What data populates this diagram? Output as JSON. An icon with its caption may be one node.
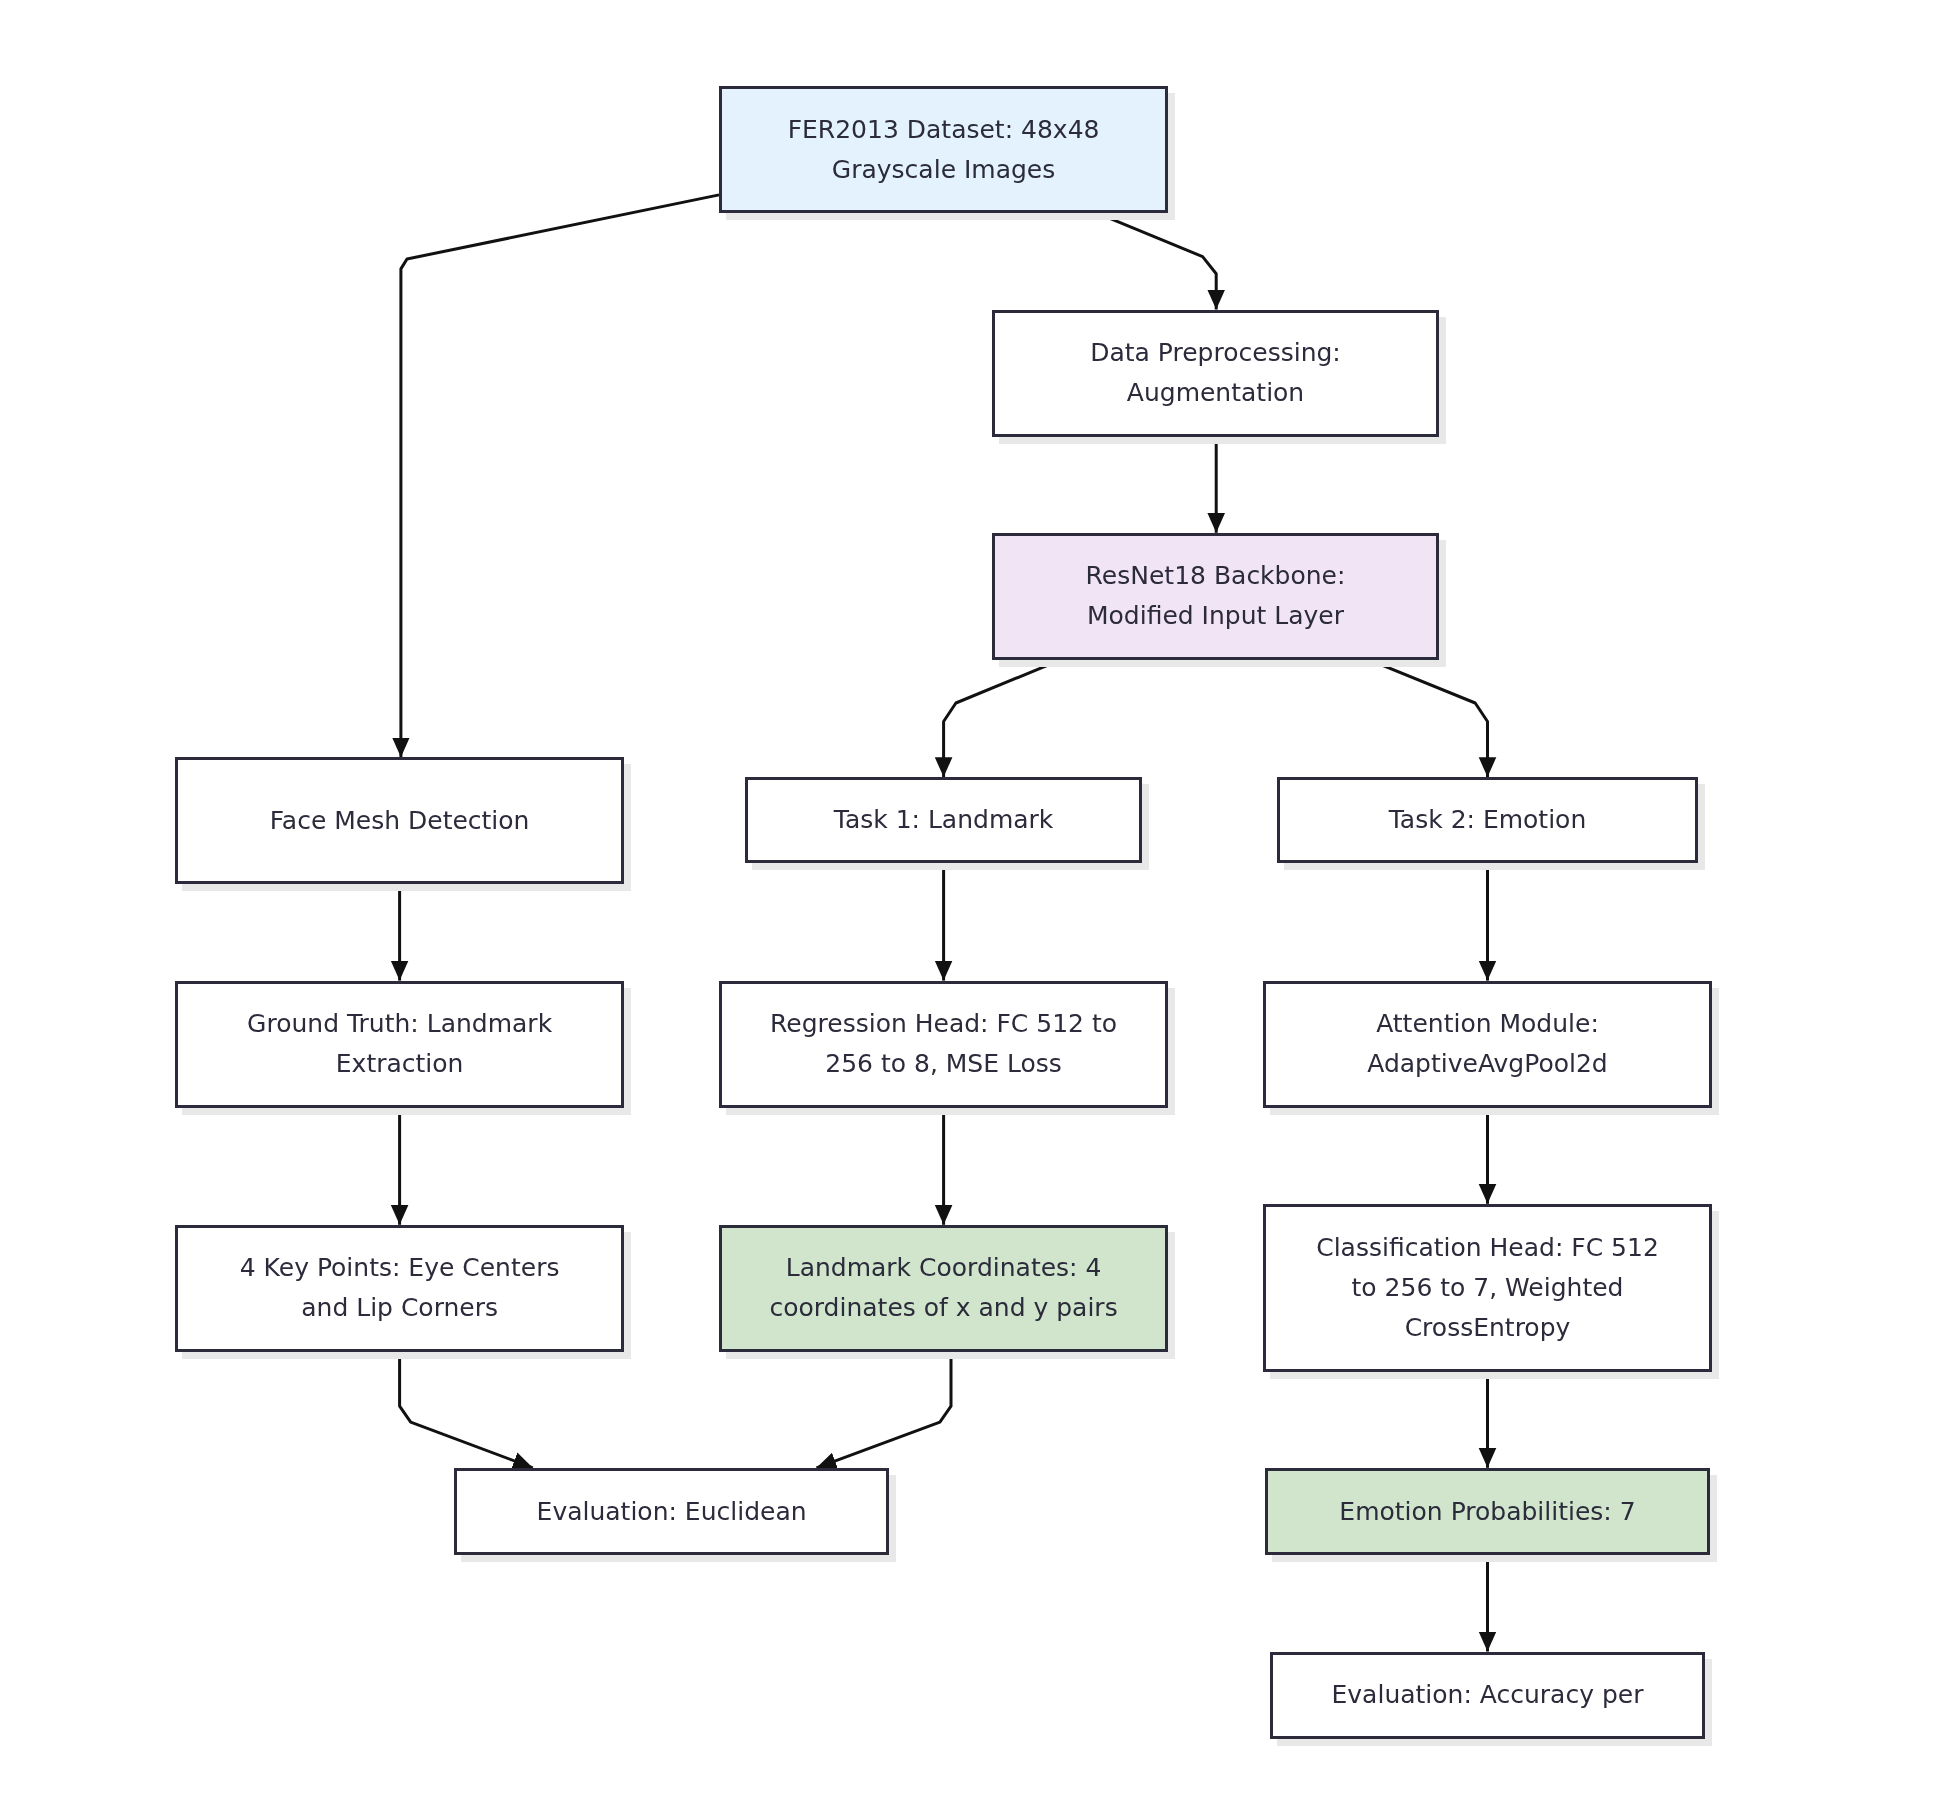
{
  "diagram": {
    "nodes": [
      {
        "text": [
          "FER2013 Dataset: 48x48 Grayscale Images"
        ]
      },
      {
        "text": [
          "Data Preprocessing: Augmentation"
        ]
      },
      {
        "text": [
          "ResNet18 Backbone: Modified Input Layer"
        ]
      },
      {
        "text": [
          "Face Mesh Detection"
        ]
      },
      {
        "text": [
          "Task 1: Landmark"
        ]
      },
      {
        "text": [
          "Task 2: Emotion"
        ]
      },
      {
        "text": [
          "Ground Truth: Landmark Extraction"
        ]
      },
      {
        "text": [
          "Regression Head: FC 512 to 256 to 8, MSE Loss"
        ]
      },
      {
        "text": [
          "Attention Module: AdaptiveAvgPool2d"
        ]
      },
      {
        "text": [
          "4 Key Points: Eye Centers and Lip Corners"
        ]
      },
      {
        "text": [
          "Landmark Coordinates: 4 coordinates of x and y pairs"
        ]
      },
      {
        "text": [
          "Classification Head: FC 512 to 256 to 7, Weighted CrossEntropy"
        ]
      },
      {
        "text": [
          "Evaluation: Euclidean"
        ]
      },
      {
        "text": [
          "Emotion Probabilities: 7"
        ]
      },
      {
        "text": [
          "Evaluation: Accuracy per"
        ]
      }
    ],
    "edges": [
      {
        "from": 0,
        "to": 3,
        "arrow": "to"
      },
      {
        "from": 0,
        "to": 1,
        "arrow": "to"
      },
      {
        "from": 1,
        "to": 2,
        "arrow": "to"
      },
      {
        "from": 2,
        "to": 4,
        "arrow": "to"
      },
      {
        "from": 2,
        "to": 5,
        "arrow": "to"
      },
      {
        "from": 3,
        "to": 6,
        "arrow": "to"
      },
      {
        "from": 4,
        "to": 7,
        "arrow": "to"
      },
      {
        "from": 5,
        "to": 8,
        "arrow": "to"
      },
      {
        "from": 6,
        "to": 9,
        "arrow": "to"
      },
      {
        "from": 7,
        "to": 10,
        "arrow": "to"
      },
      {
        "from": 8,
        "to": 11,
        "arrow": "to"
      },
      {
        "from": 9,
        "to": 12,
        "arrow": "to"
      },
      {
        "from": 10,
        "to": 12,
        "arrow": "to"
      },
      {
        "from": 11,
        "to": 13,
        "arrow": "to"
      },
      {
        "from": 13,
        "to": 14,
        "arrow": "to"
      }
    ]
  }
}
